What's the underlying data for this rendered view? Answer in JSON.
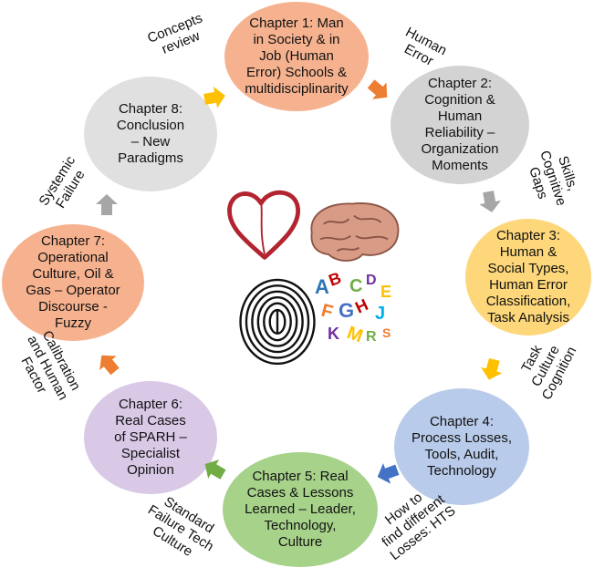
{
  "colors": {
    "salmon": "#f6b28f",
    "gray": "#d3d3d3",
    "lightgray": "#e0e0e0",
    "yellow": "#fdd77a",
    "blue": "#b9cbea",
    "green": "#a7d28a",
    "lilac": "#d9c9e6",
    "arrow_orange": "#ed7d31",
    "arrow_gold": "#ffc000",
    "arrow_gray": "#a6a6a6",
    "arrow_blue": "#4472c4",
    "arrow_green": "#70ad47"
  },
  "nodes": {
    "ch1": "Chapter 1: Man\nin Society & in\nJob (Human\nError) Schools &\nmultidisciplinarity",
    "ch2": "Chapter 2:\nCognition &\nHuman\nReliability –\nOrganization\nMoments",
    "ch3": "Chapter 3:\nHuman &\nSocial Types,\nHuman Error\nClassification,\nTask Analysis",
    "ch4": "Chapter 4:\nProcess Losses,\nTools, Audit,\nTechnology",
    "ch5": "Chapter 5: Real\nCases & Lessons\nLearned – Leader,\nTechnology,\nCulture",
    "ch6": "Chapter 6:\nReal Cases\nof SPARH –\nSpecialist\nOpinion",
    "ch7": "Chapter 7:\nOperational\nCulture, Oil &\nGas – Operator\nDiscourse -\nFuzzy",
    "ch8": "Chapter 8:\nConclusion\n– New\nParadigms"
  },
  "labels": {
    "concepts_review": "Concepts\nreview",
    "human_error": "Human\nError",
    "skills_gaps": "Skills,\nCognitive\nGaps",
    "task_culture": "Task\nCulture\nCognition",
    "how_to_find": "How to\nfind different\nLosses: HTS",
    "standard_failure": "Standard\nFailure Tech\nCulture",
    "calibration": "Calibration\nand Human\nFactor",
    "systemic_failure": "Systemic\nFailure"
  },
  "center_icons": [
    "heart-icon",
    "brain-icon",
    "fingerprint-icon",
    "letters-icon"
  ]
}
